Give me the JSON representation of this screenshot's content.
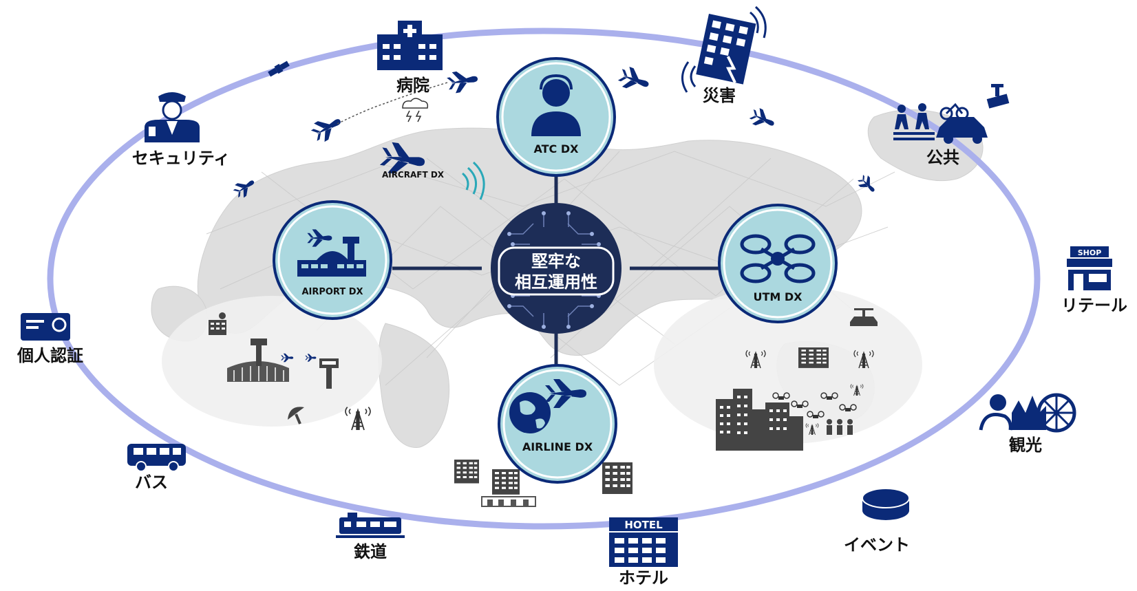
{
  "center": {
    "line1": "堅牢な",
    "line2": "相互運用性"
  },
  "hubs": {
    "atc": "ATC DX",
    "airport": "AIRPORT DX",
    "utm": "UTM DX",
    "airline": "AIRLINE DX"
  },
  "aircraft_label": "AIRCRAFT DX",
  "ring_labels": {
    "hospital": "病院",
    "disaster": "災害",
    "public": "公共",
    "security": "セキュリティ",
    "retail": "リテール",
    "personal_id": "個人認証",
    "tourism": "観光",
    "bus": "バス",
    "railway": "鉄道",
    "hotel": "ホテル",
    "event": "イベント"
  },
  "icon_text": {
    "shop": "SHOP",
    "hotel": "HOTEL"
  },
  "colors": {
    "navy": "#0b2a78",
    "ring": "#aab0ec",
    "hub_fill": "#abd8df",
    "center_fill": "#1d2d57",
    "map": "#dedede"
  }
}
